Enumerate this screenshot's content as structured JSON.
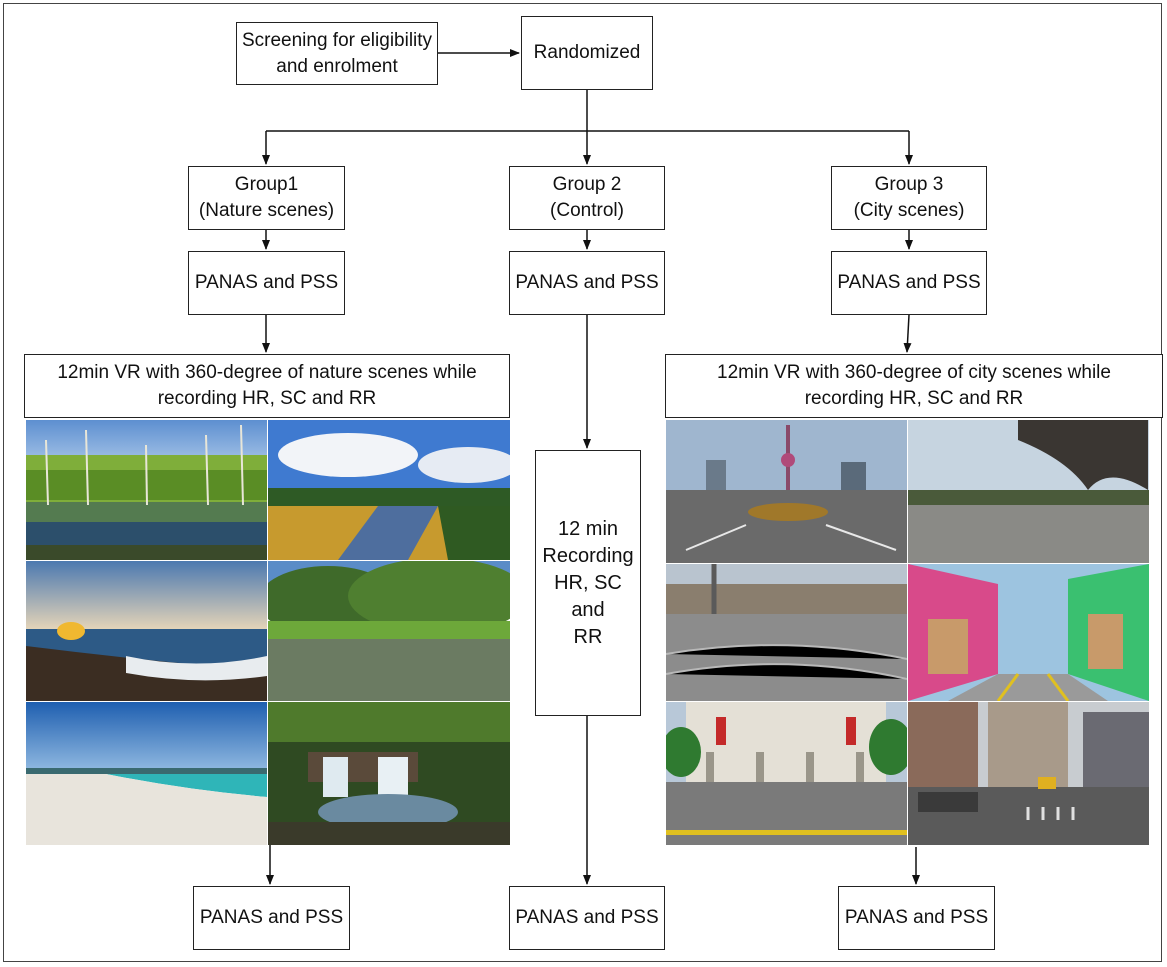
{
  "boxes": {
    "screening": "Screening for eligibility\nand enrolment",
    "randomized": "Randomized",
    "group1": "Group1\n(Nature scenes)",
    "group2": "Group 2\n(Control)",
    "group3": "Group 3\n(City scenes)",
    "pre1": "PANAS and PSS",
    "pre2": "PANAS and PSS",
    "pre3": "PANAS and PSS",
    "vr_nature": "12min VR with 360-degree of nature scenes while\nrecording HR, SC and RR",
    "control_recording": "12 min\nRecording\nHR, SC and\nRR",
    "vr_city": "12min VR with 360-degree of city scenes while\nrecording HR, SC and RR",
    "post1": "PANAS and PSS",
    "post2": "PANAS and PSS",
    "post3": "PANAS and PSS"
  },
  "photos": {
    "nature": [
      "birch-lake-scene",
      "river-valley-scene",
      "rocky-coast-scene",
      "jungle-stream-scene",
      "white-beach-scene",
      "waterfall-scene"
    ],
    "city": [
      "shanghai-overpass-scene",
      "eiffel-tower-scene",
      "trafalgar-square-scene",
      "colorful-street-scene",
      "colonial-building-scene",
      "new-york-street-scene"
    ]
  }
}
